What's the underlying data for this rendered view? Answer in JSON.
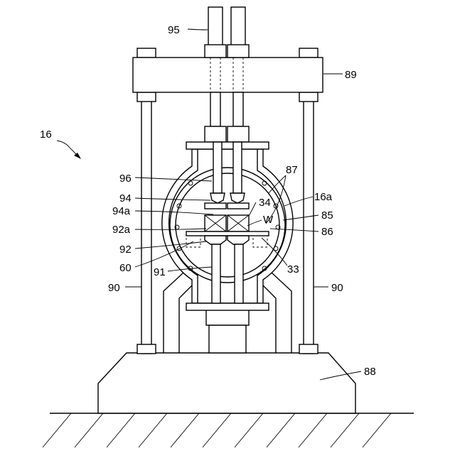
{
  "figure": {
    "labels": {
      "l95": "95",
      "l89": "89",
      "l16": "16",
      "l96": "96",
      "l87": "87",
      "l94": "94",
      "l16a": "16a",
      "l94a": "94a",
      "l34": "34",
      "lW": "W",
      "l85": "85",
      "l92a": "92a",
      "l86": "86",
      "l92": "92",
      "l60": "60",
      "l33": "33",
      "l91": "91",
      "l90left": "90",
      "l90right": "90",
      "l88": "88"
    }
  }
}
